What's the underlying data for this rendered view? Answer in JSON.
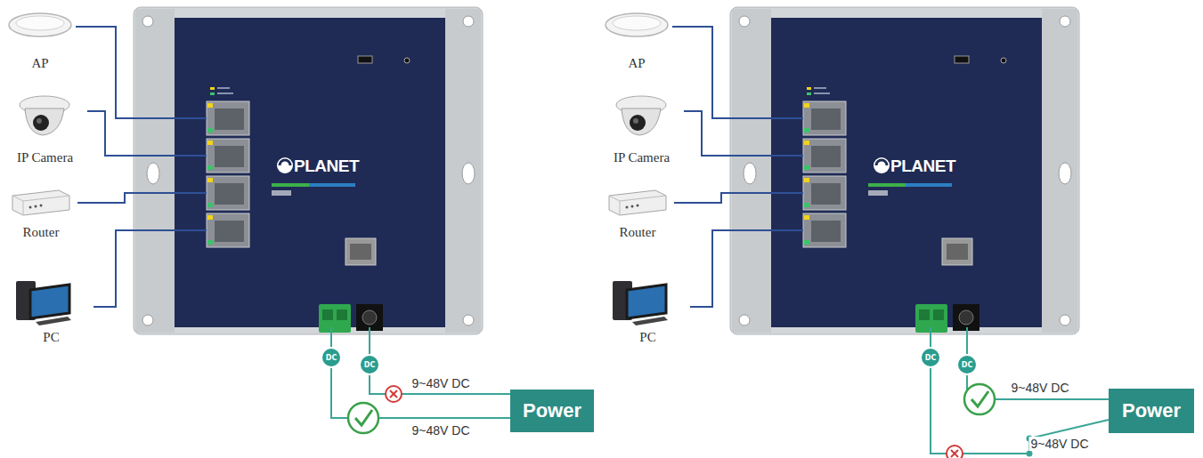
{
  "diagram": {
    "nodes": [
      {
        "text": [
          "AP"
        ]
      },
      {
        "text": [
          "IP Camera"
        ]
      },
      {
        "text": [
          "Router"
        ]
      },
      {
        "text": [
          "PC"
        ]
      },
      {
        "text": [
          "PLANET"
        ]
      },
      {
        "text": [
          "Power"
        ]
      },
      {
        "text": [
          "AP"
        ]
      },
      {
        "text": [
          "IP Camera"
        ]
      },
      {
        "text": [
          "Router"
        ]
      },
      {
        "text": [
          "PC"
        ]
      },
      {
        "text": [
          "PLANET"
        ]
      },
      {
        "text": [
          "Power"
        ]
      }
    ],
    "edges": [
      {
        "from": 0,
        "to": 4,
        "arrow": "none"
      },
      {
        "from": 1,
        "to": 4,
        "arrow": "none"
      },
      {
        "from": 2,
        "to": 4,
        "arrow": "none"
      },
      {
        "from": 3,
        "to": 4,
        "arrow": "none"
      },
      {
        "from": 5,
        "to": 4,
        "label": "DC",
        "arrow": "none"
      },
      {
        "from": 5,
        "to": 4,
        "label": "DC",
        "arrow": "none"
      },
      {
        "from": 6,
        "to": 10,
        "arrow": "none"
      },
      {
        "from": 7,
        "to": 10,
        "arrow": "none"
      },
      {
        "from": 8,
        "to": 10,
        "arrow": "none"
      },
      {
        "from": 9,
        "to": 10,
        "arrow": "none"
      },
      {
        "from": 11,
        "to": 10,
        "label": "DC",
        "arrow": "none"
      },
      {
        "from": 11,
        "to": 10,
        "label": "DC",
        "arrow": "none"
      }
    ],
    "labels": [
      "9~48V DC",
      "9~48V DC",
      "9~48V DC",
      "9~48V DC"
    ]
  }
}
